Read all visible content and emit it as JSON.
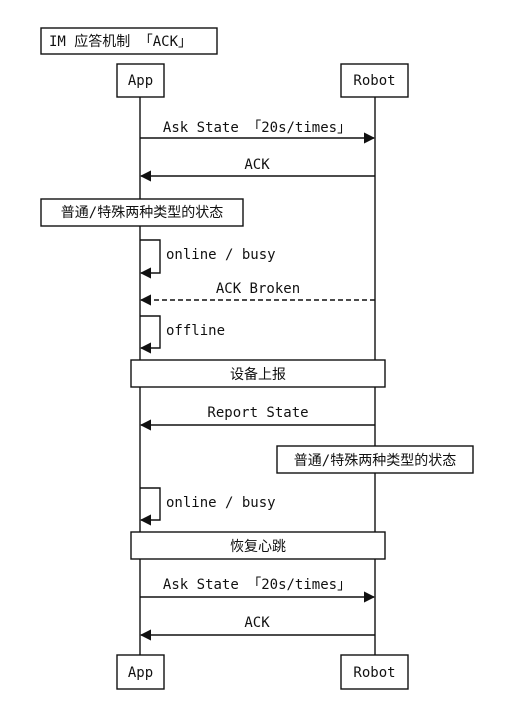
{
  "title": "IM 应答机制 「ACK」",
  "participants": {
    "app": "App",
    "robot": "Robot"
  },
  "messages": {
    "ask_state_1": "Ask State 「20s/times」",
    "ack_1": "ACK",
    "self_online_1": "online / busy",
    "ack_broken": "ACK Broken",
    "self_offline": "offline",
    "report_state": "Report State",
    "self_online_2": "online / busy",
    "ask_state_2": "Ask State 「20s/times」",
    "ack_2": "ACK"
  },
  "notes": {
    "normal_special_1": "普通/特殊两种类型的状态",
    "device_report": "设备上报",
    "normal_special_2": "普通/特殊两种类型的状态",
    "resume_heartbeat": "恢复心跳"
  }
}
